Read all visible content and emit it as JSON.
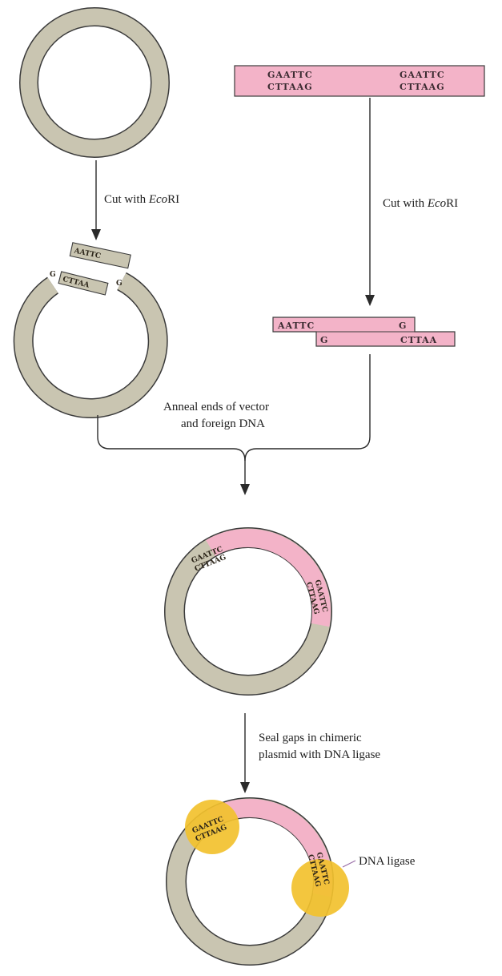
{
  "colors": {
    "vector": "#c9c5b1",
    "foreign": "#f3b3c8",
    "ligase": "#f2c12e",
    "outline": "#3b3b3b"
  },
  "foreign_dna": {
    "top_left": "GAATTC",
    "bottom_left": "CTTAAG",
    "top_right": "GAATTC",
    "bottom_right": "CTTAAG"
  },
  "cut_foreign": {
    "top_left": "AATTC",
    "bottom_left": "G",
    "top_right": "G",
    "bottom_right": "CTTAA"
  },
  "cut_vector": {
    "top": "AATTC",
    "bottom": "CTTAA",
    "left_g": "G",
    "right_g": "G"
  },
  "chimeric": {
    "top_site_1": "GAATTC",
    "top_site_2": "CTTAAG",
    "right_site_1": "GAATTC",
    "right_site_2": "CTTAAG"
  },
  "steps": {
    "cut_left_prefix": "Cut with ",
    "cut_left_enzyme": "Eco",
    "cut_left_suffix": "RI",
    "cut_right_prefix": "Cut with ",
    "cut_right_enzyme": "Eco",
    "cut_right_suffix": "RI",
    "anneal_line1": "Anneal ends of vector",
    "anneal_line2": "and foreign DNA",
    "seal_line1": "Seal gaps in chimeric",
    "seal_line2": "plasmid with DNA ligase",
    "ligase_label": "DNA ligase"
  }
}
